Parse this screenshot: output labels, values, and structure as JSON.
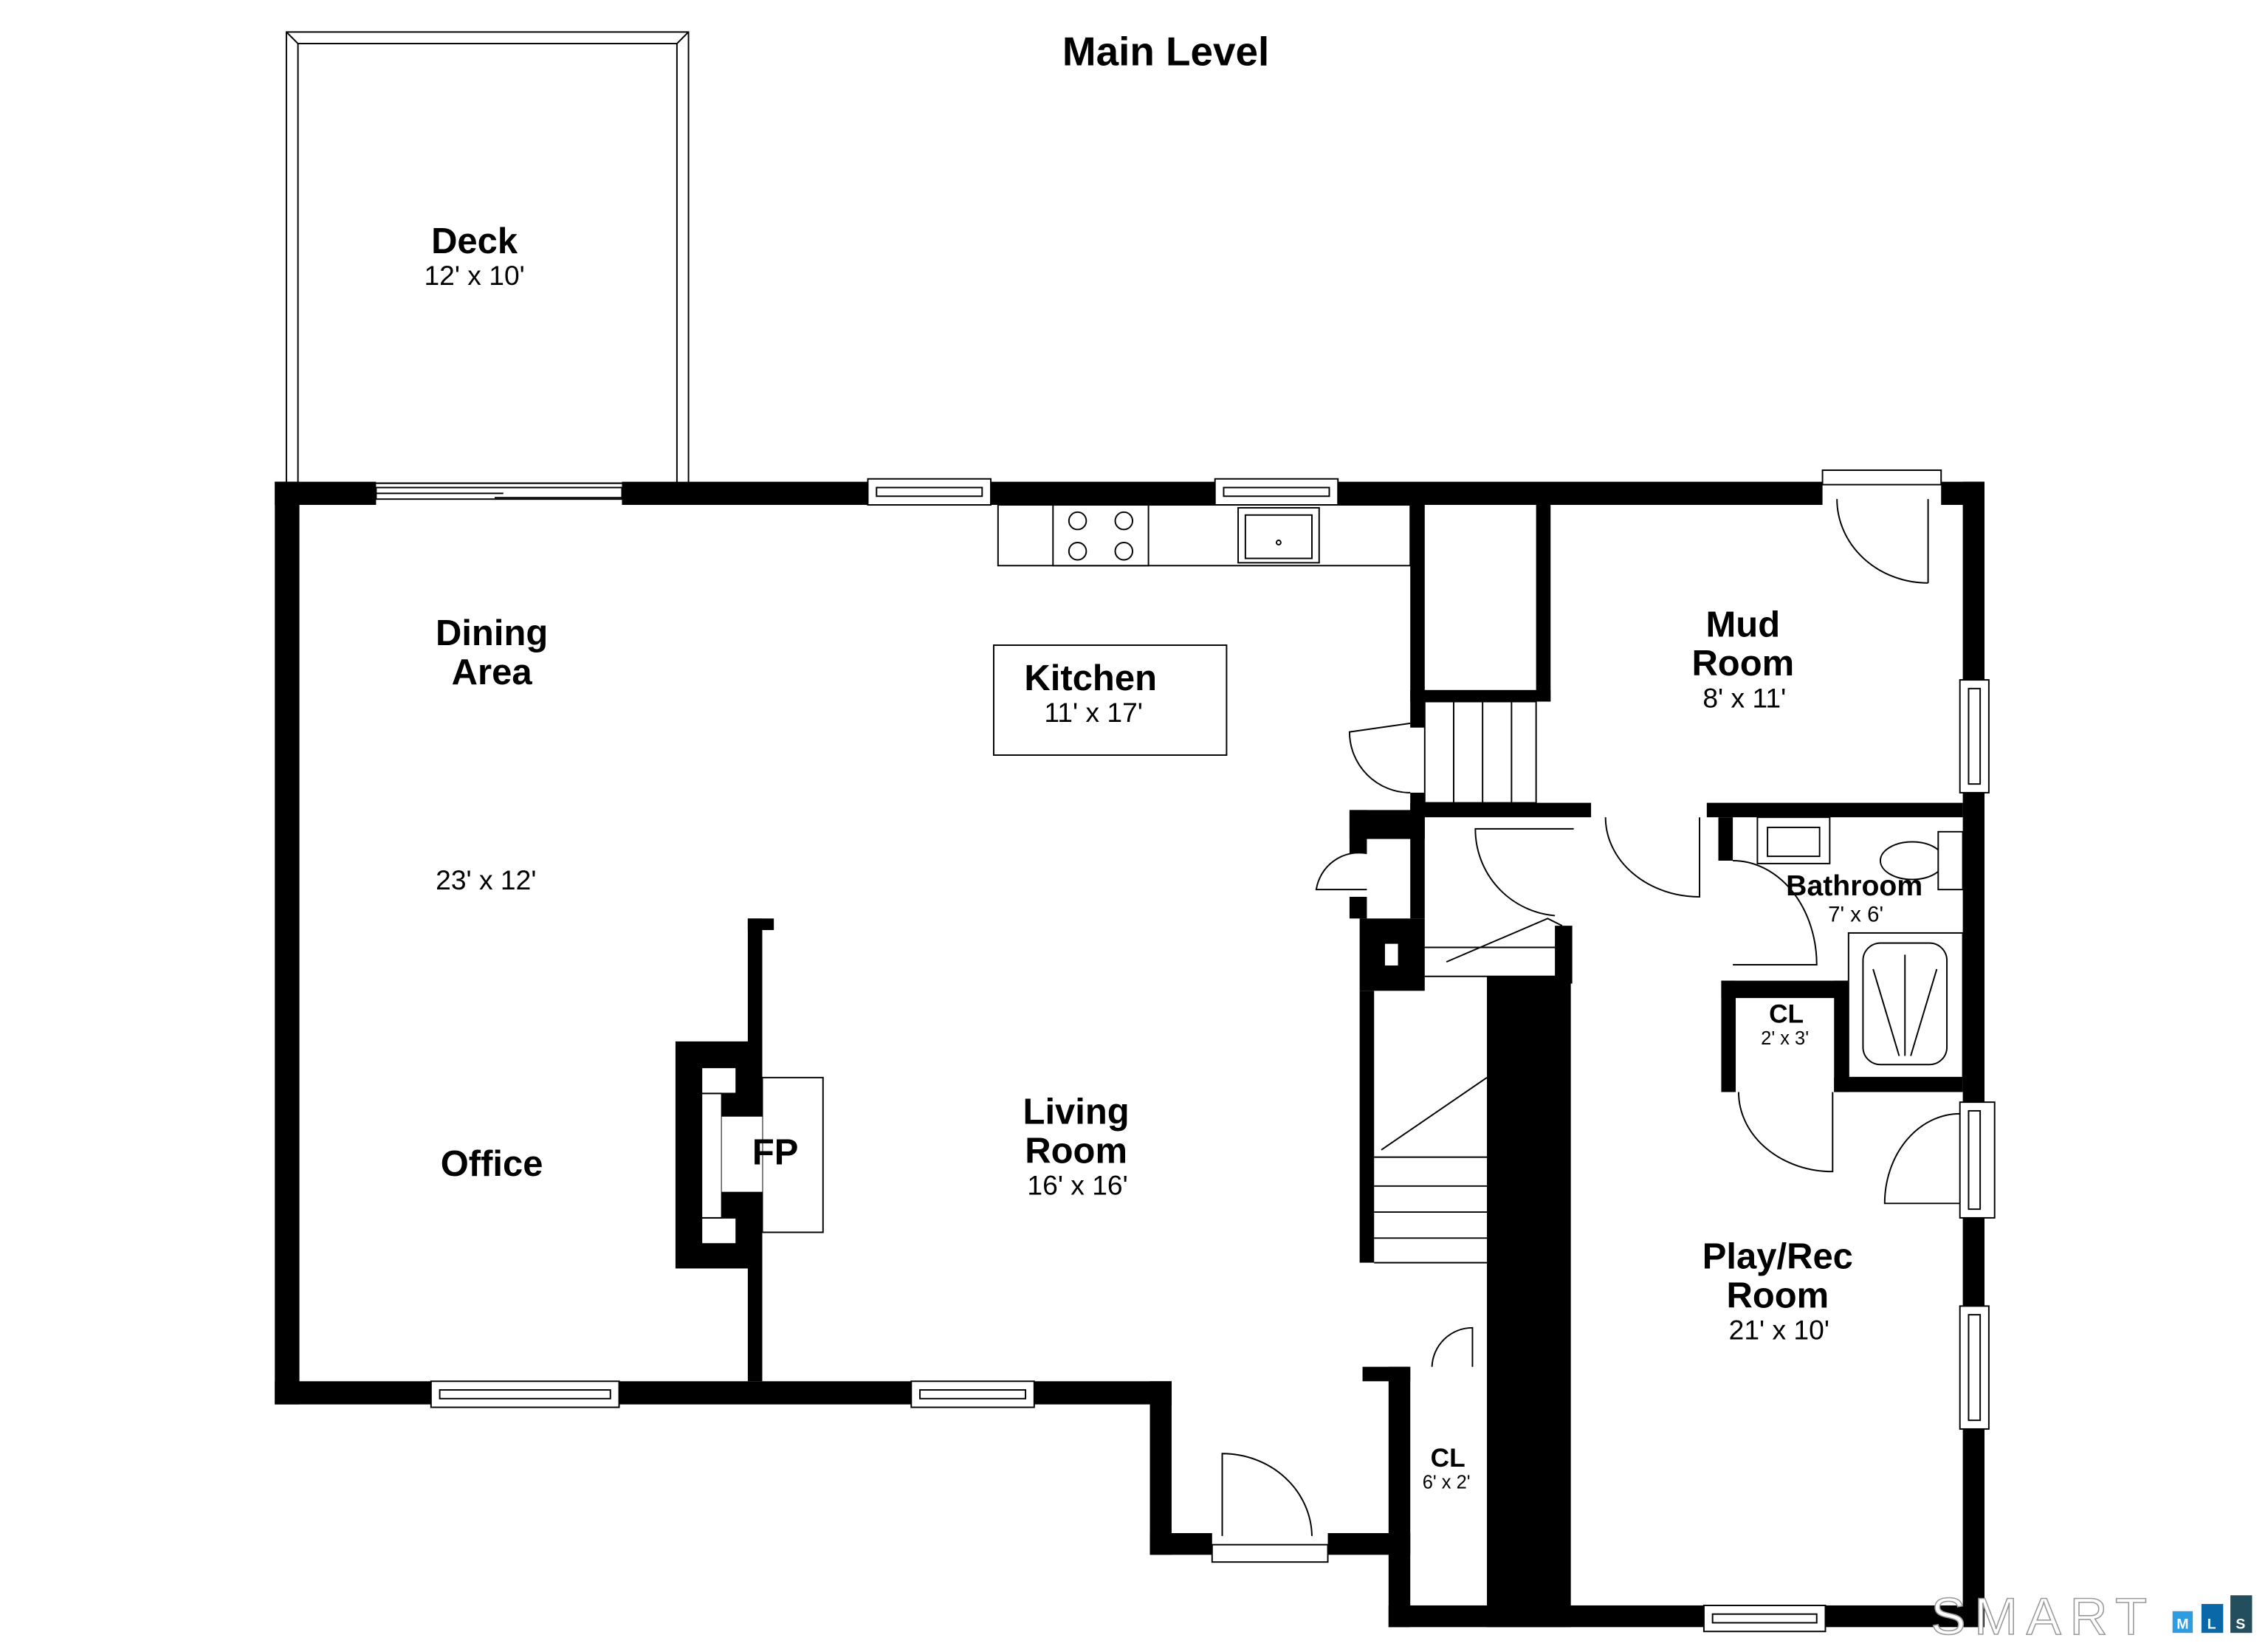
{
  "title": "Main Level",
  "rooms": {
    "deck": {
      "name": "Deck",
      "dims": "12' x 10'"
    },
    "dining": {
      "name_line1": "Dining",
      "name_line2": "Area",
      "dims": "23' x 12'"
    },
    "kitchen": {
      "name": "Kitchen",
      "dims": "11' x 17'"
    },
    "mud_room": {
      "name_line1": "Mud",
      "name_line2": "Room",
      "dims": "8' x 11'"
    },
    "bathroom": {
      "name": "Bathroom",
      "dims": "7' x 6'"
    },
    "closet_bath": {
      "name": "CL",
      "dims": "2' x 3'"
    },
    "living": {
      "name_line1": "Living",
      "name_line2": "Room",
      "dims": "16' x 16'"
    },
    "fireplace": {
      "name": "FP"
    },
    "office": {
      "name": "Office"
    },
    "play_rec": {
      "name_line1": "Play/Rec",
      "name_line2": "Room",
      "dims": "21' x 10'"
    },
    "closet_hall": {
      "name": "CL",
      "dims": "6' x 2'"
    }
  },
  "logo": {
    "text": "SMART",
    "badges": [
      "M",
      "L",
      "S"
    ],
    "colors": [
      "#2f9be0",
      "#0b68a8",
      "#234e5e"
    ]
  }
}
